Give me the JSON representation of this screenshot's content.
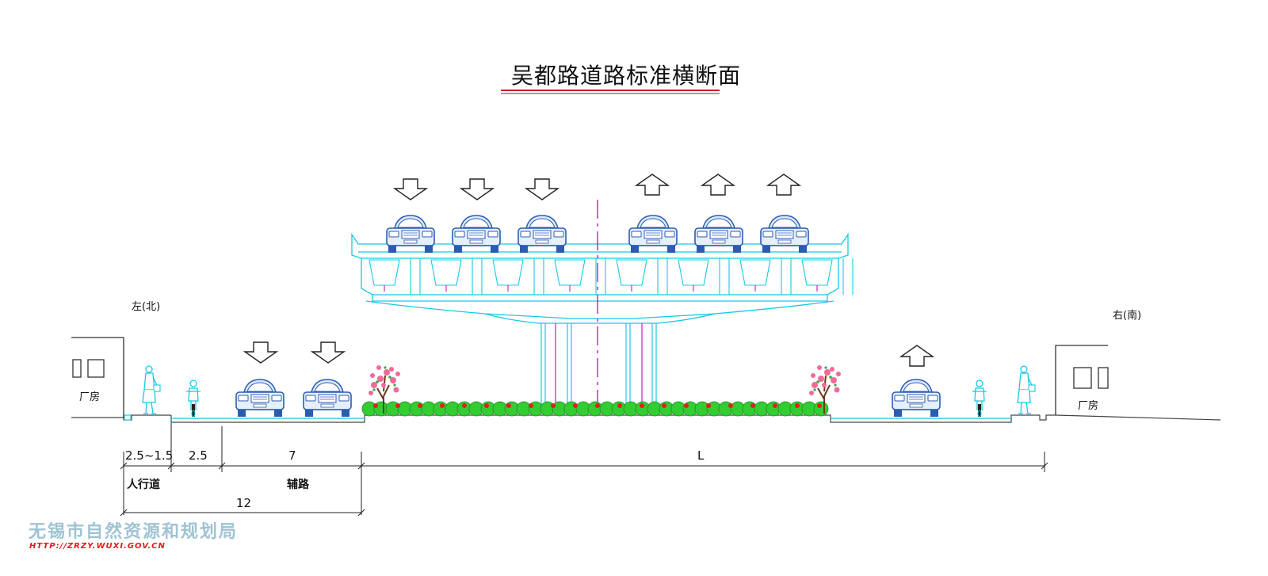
{
  "title": "吴都路道路标准横断面",
  "sides": {
    "left": "左(北)",
    "right": "右(南)"
  },
  "building_label": "厂房",
  "dimensions": {
    "sidewalk": "2.5~1.5",
    "bike_lane": "2.5",
    "aux_road": "7",
    "main_span": "L",
    "total_left": "12"
  },
  "zones": {
    "sidewalk": "人行道",
    "aux_road": "辅路"
  },
  "watermark": {
    "org": "无锡市自然资源和规划局",
    "url": "HTTP://ZRZY.WUXI.GOV.CN"
  },
  "colors": {
    "line": "#18c8e8",
    "car": "#2a5db0",
    "centerline": "#d010d0",
    "hedge": "#33cc33",
    "blossom": "#f06a9a",
    "title_underline": "#d41c1c"
  },
  "icons": [
    "arrow-down-icon",
    "arrow-up-icon",
    "car-icon",
    "cyclist-icon",
    "pedestrian-icon",
    "tree-icon"
  ]
}
